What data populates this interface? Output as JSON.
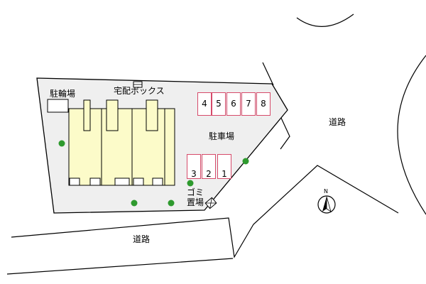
{
  "map": {
    "labels": {
      "bicycle_parking": "駐輪場",
      "delivery_box": "宅配ボックス",
      "parking_lot": "駐車場",
      "garbage_line1": "ゴミ",
      "garbage_line2": "置場",
      "road_east": "道路",
      "road_south": "道路"
    },
    "compass": {
      "north_label": "N"
    },
    "parking_spaces": {
      "top_row": [
        "4",
        "5",
        "6",
        "7",
        "8"
      ],
      "bottom_row": [
        "3",
        "2",
        "1"
      ]
    },
    "colors": {
      "lot_fill": "#efefef",
      "building_fill": "#fcfbc9",
      "parking_outline": "#d64a6a",
      "tree": "#2e9a2e",
      "outline": "#000000"
    },
    "tree_count": 5
  }
}
